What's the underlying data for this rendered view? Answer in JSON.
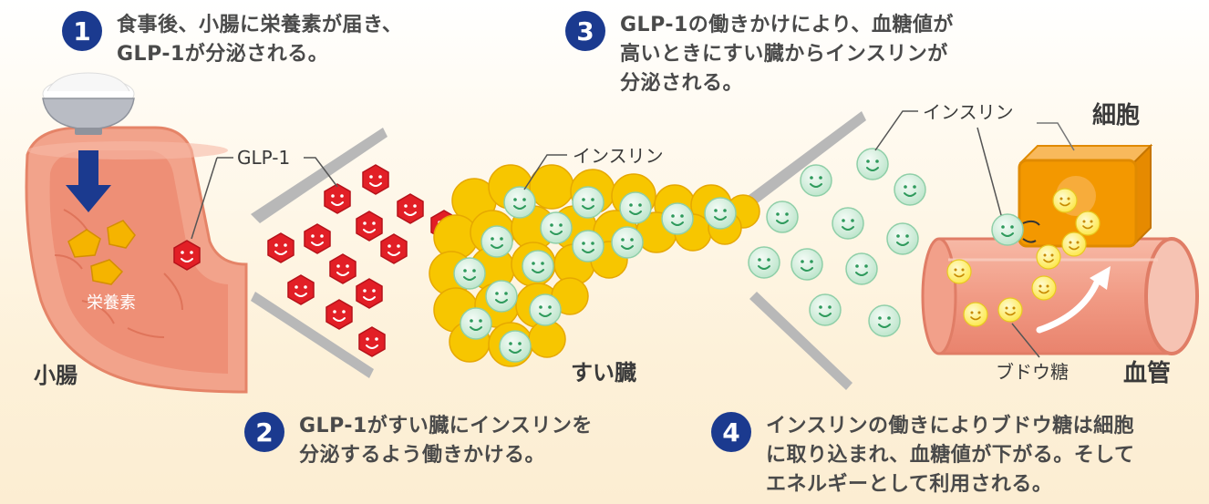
{
  "steps": [
    {
      "number": "1",
      "text": "食事後、小腸に栄養素が届き、\nGLP-1が分泌される。"
    },
    {
      "number": "2",
      "text": "GLP-1がすい臓にインスリンを\n分泌するよう働きかける。"
    },
    {
      "number": "3",
      "text": "GLP-1の働きかけにより、血糖値が\n高いときにすい臓からインスリンが\n分泌される。"
    },
    {
      "number": "4",
      "text": "インスリンの働きによりブドウ糖は細胞\nに取り込まれ、血糖値が下がる。そして\nエネルギーとして利用される。"
    }
  ],
  "labels": {
    "small_intestine": "小腸",
    "nutrients": "栄養素",
    "glp1": "GLP-1",
    "pancreas": "すい臓",
    "insulin_1": "インスリン",
    "insulin_2": "インスリン",
    "cell": "細胞",
    "glucose": "ブドウ糖",
    "blood_vessel": "血管"
  },
  "icons": [
    "rice-bowl-icon",
    "down-arrow-icon",
    "glp1-hexagon-icon",
    "insulin-ball-icon",
    "glucose-ball-icon",
    "cell-cube-icon",
    "curved-arrow-icon"
  ],
  "colors": {
    "step_number_bg": "#1b3a8f",
    "glp1": "#e21f26",
    "insulin": "#cfeede",
    "pancreas": "#f7c600",
    "glucose": "#fff176",
    "cell": "#f39800",
    "vessel": "#f2a08a",
    "intestine": "#ef9a80"
  }
}
